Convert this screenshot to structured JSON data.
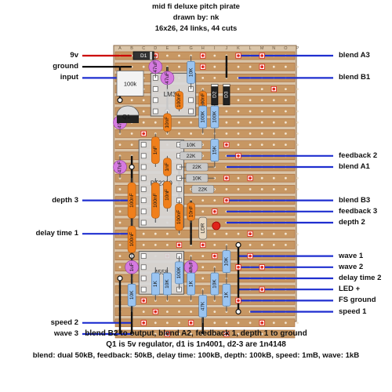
{
  "header": {
    "title": "mid fi deluxe pitch pirate",
    "author": "drawn by: nk",
    "stats": "16x26, 24 links, 44 cuts"
  },
  "board": {
    "cols": 16,
    "rows": 26,
    "col_letters": [
      "A",
      "B",
      "C",
      "D",
      "E",
      "F",
      "G",
      "H",
      "I",
      "J",
      "K",
      "L",
      "M",
      "N",
      "O",
      "P"
    ]
  },
  "left_labels": [
    {
      "id": "9v",
      "text": "9v",
      "row": 1,
      "color": "#cc0000"
    },
    {
      "id": "ground",
      "text": "ground",
      "row": 2,
      "color": "#000000"
    },
    {
      "id": "input",
      "text": "input",
      "row": 3,
      "color": "#1f2fd0"
    },
    {
      "id": "depth-3",
      "text": "depth 3",
      "row": 14,
      "color": "#1f2fd0"
    },
    {
      "id": "delay-time-1",
      "text": "delay time 1",
      "row": 17,
      "color": "#1f2fd0"
    },
    {
      "id": "speed-2",
      "text": "speed 2",
      "row": 25,
      "color": "#1f2fd0"
    },
    {
      "id": "wave-3",
      "text": "wave 3",
      "row": 26,
      "color": "#1f2fd0"
    }
  ],
  "right_labels": [
    {
      "id": "blend-a3",
      "text": "blend A3",
      "row": 1
    },
    {
      "id": "blend-b1",
      "text": "blend B1",
      "row": 3
    },
    {
      "id": "feedback-2",
      "text": "feedback 2",
      "row": 10
    },
    {
      "id": "blend-a1",
      "text": "blend A1",
      "row": 11
    },
    {
      "id": "blend-b3",
      "text": "blend B3",
      "row": 14
    },
    {
      "id": "feedback-3",
      "text": "feedback 3",
      "row": 15
    },
    {
      "id": "depth-2",
      "text": "depth 2",
      "row": 16
    },
    {
      "id": "wave-1",
      "text": "wave 1",
      "row": 19
    },
    {
      "id": "wave-2",
      "text": "wave 2",
      "row": 20
    },
    {
      "id": "delay-time-2",
      "text": "delay time 2",
      "row": 21
    },
    {
      "id": "led-plus",
      "text": "LED +",
      "row": 22
    },
    {
      "id": "fs-ground",
      "text": "FS ground",
      "row": 23
    },
    {
      "id": "speed-1",
      "text": "speed 1",
      "row": 24
    }
  ],
  "ics": [
    {
      "id": "lm386",
      "label": "LM386",
      "col": 3,
      "row": 3,
      "w": 3,
      "h": 4
    },
    {
      "id": "pt2399",
      "label": "PT2399",
      "col": 2,
      "row": 9,
      "w": 3,
      "h": 8
    },
    {
      "id": "ic-4558",
      "label": "4558",
      "col": 2,
      "row": 19,
      "w": 3,
      "h": 4
    }
  ],
  "electrolytics": [
    {
      "id": "cap-47uf-1",
      "label": "47uF",
      "col": 3,
      "row1": 1,
      "row2": 3
    },
    {
      "id": "cap-47uf-2",
      "label": "47uF",
      "col": 4,
      "row1": 2,
      "row2": 4
    },
    {
      "id": "cap-47uf-3",
      "label": "47uF",
      "col": 0,
      "row1": 6,
      "row2": 8
    },
    {
      "id": "cap-47uf-4",
      "label": "47uF",
      "col": 0,
      "row1": 10,
      "row2": 12
    },
    {
      "id": "cap-1uf",
      "label": "1uF",
      "col": 1,
      "row1": 19,
      "row2": 21
    },
    {
      "id": "cap-47uf-5",
      "label": "47uF",
      "col": 6,
      "row1": 19,
      "row2": 21
    }
  ],
  "film_caps": [
    {
      "id": "c-100nf-1",
      "label": "100nF",
      "col": 5,
      "row1": 4,
      "row2": 6
    },
    {
      "id": "c-100nf-2",
      "label": "100nF",
      "col": 7,
      "row1": 4,
      "row2": 6
    },
    {
      "id": "c-10nf",
      "label": "10nF",
      "col": 4,
      "row1": 6,
      "row2": 8
    },
    {
      "id": "c-1nf-1",
      "label": "1nF",
      "col": 3,
      "row1": 8,
      "row2": 11
    },
    {
      "id": "c-1nf-2",
      "label": "1nF",
      "col": 4,
      "row1": 10,
      "row2": 12
    },
    {
      "id": "c-100nf-3",
      "label": "100nF",
      "col": 1,
      "row1": 12,
      "row2": 16
    },
    {
      "id": "c-100nf-4",
      "label": "100nF",
      "col": 3,
      "row1": 12,
      "row2": 16
    },
    {
      "id": "c-100nf-5",
      "label": "100nF",
      "col": 1,
      "row1": 16,
      "row2": 19
    },
    {
      "id": "c-10nf-2",
      "label": "10nF",
      "col": 4,
      "row1": 12,
      "row2": 15
    },
    {
      "id": "c-100nf-6",
      "label": "100nF",
      "col": 5,
      "row1": 14,
      "row2": 17
    },
    {
      "id": "c-10nf-3",
      "label": "10nF",
      "col": 6,
      "row1": 14,
      "row2": 16
    }
  ],
  "resistors": [
    {
      "id": "r-10k-1",
      "label": "10K",
      "col": 6,
      "row1": 1,
      "row2": 4,
      "orient": "v"
    },
    {
      "id": "r-100k-1",
      "label": "100K",
      "col": 7,
      "row1": 5,
      "row2": 8,
      "orient": "v"
    },
    {
      "id": "r-100k-2",
      "label": "100K",
      "col": 8,
      "row1": 5,
      "row2": 8,
      "orient": "v"
    },
    {
      "id": "r-15k",
      "label": "15K",
      "col": 8,
      "row1": 8,
      "row2": 11,
      "orient": "v"
    },
    {
      "id": "r-10k-h1",
      "label": "10K",
      "row": 9,
      "col1": 5,
      "col2": 7,
      "orient": "h"
    },
    {
      "id": "r-22k-h1",
      "label": "22K",
      "row": 10,
      "col1": 5,
      "col2": 7,
      "orient": "h"
    },
    {
      "id": "r-22k-h2",
      "label": "22K",
      "row": 11,
      "col1": 5,
      "col2": 8,
      "orient": "h"
    },
    {
      "id": "r-10k-h2",
      "label": "10K",
      "row": 12,
      "col1": 5,
      "col2": 8,
      "orient": "h"
    },
    {
      "id": "r-22k-h3",
      "label": "22K",
      "row": 13,
      "col1": 6,
      "col2": 8,
      "orient": "h"
    },
    {
      "id": "r-10k-2",
      "label": "10K",
      "col": 1,
      "row1": 21,
      "row2": 24,
      "orient": "v"
    },
    {
      "id": "r-1k-1",
      "label": "1K",
      "col": 3,
      "row1": 20,
      "row2": 23,
      "orient": "v"
    },
    {
      "id": "r-10k-3",
      "label": "10K",
      "col": 4,
      "row1": 20,
      "row2": 23,
      "orient": "v"
    },
    {
      "id": "r-100k-3",
      "label": "100K",
      "col": 5,
      "row1": 19,
      "row2": 22,
      "orient": "v"
    },
    {
      "id": "r-1k-2",
      "label": "1K",
      "col": 6,
      "row1": 20,
      "row2": 23,
      "orient": "v"
    },
    {
      "id": "r-47k",
      "label": "47K",
      "col": 7,
      "row1": 22,
      "row2": 25,
      "orient": "v"
    },
    {
      "id": "r-10k-4",
      "label": "10K",
      "col": 8,
      "row1": 20,
      "row2": 23,
      "orient": "v"
    },
    {
      "id": "r-10k-5",
      "label": "10K",
      "col": 9,
      "row1": 18,
      "row2": 21,
      "orient": "v"
    },
    {
      "id": "r-1k-3",
      "label": "1K",
      "col": 9,
      "row1": 21,
      "row2": 24,
      "orient": "v"
    }
  ],
  "ldr": {
    "label": "LDR",
    "col": 7,
    "row1": 15,
    "row2": 18
  },
  "misc_parts": {
    "d1": {
      "label": "D1",
      "col1": 1,
      "col2": 3,
      "row": 1
    },
    "d2": {
      "label": "D2",
      "col": 8,
      "row1": 3,
      "row2": 6
    },
    "d3": {
      "label": "D3",
      "col": 9,
      "row1": 3,
      "row2": 6
    },
    "trim": {
      "label": "100k",
      "col": 0,
      "row": 3
    },
    "q1": {
      "label": "Q1",
      "col": 0,
      "row": 6
    }
  },
  "footer": {
    "line1": "blend B2 to output, blend A2, feedback 1, depth 1 to ground",
    "line2": "Q1 is 5v regulator, d1 is 1n4001, d2-3 are 1n4148",
    "line3": "blend: dual 50kB, feedback: 50kB, delay time: 100kB, depth: 100kB, speed: 1mB, wave: 1kB"
  },
  "colors": {
    "board": "#d9c4a8",
    "strip": "#c79763",
    "strip_line": "#a76a3a",
    "cut": "#e0241c",
    "cap_orange": "#f07f1b",
    "cap_purple": "#d57ae0",
    "resistor": "#9ac4f1",
    "ic": "#d8d8d8",
    "wire_blue": "#1f2fd0",
    "wire_red": "#cc0000"
  }
}
